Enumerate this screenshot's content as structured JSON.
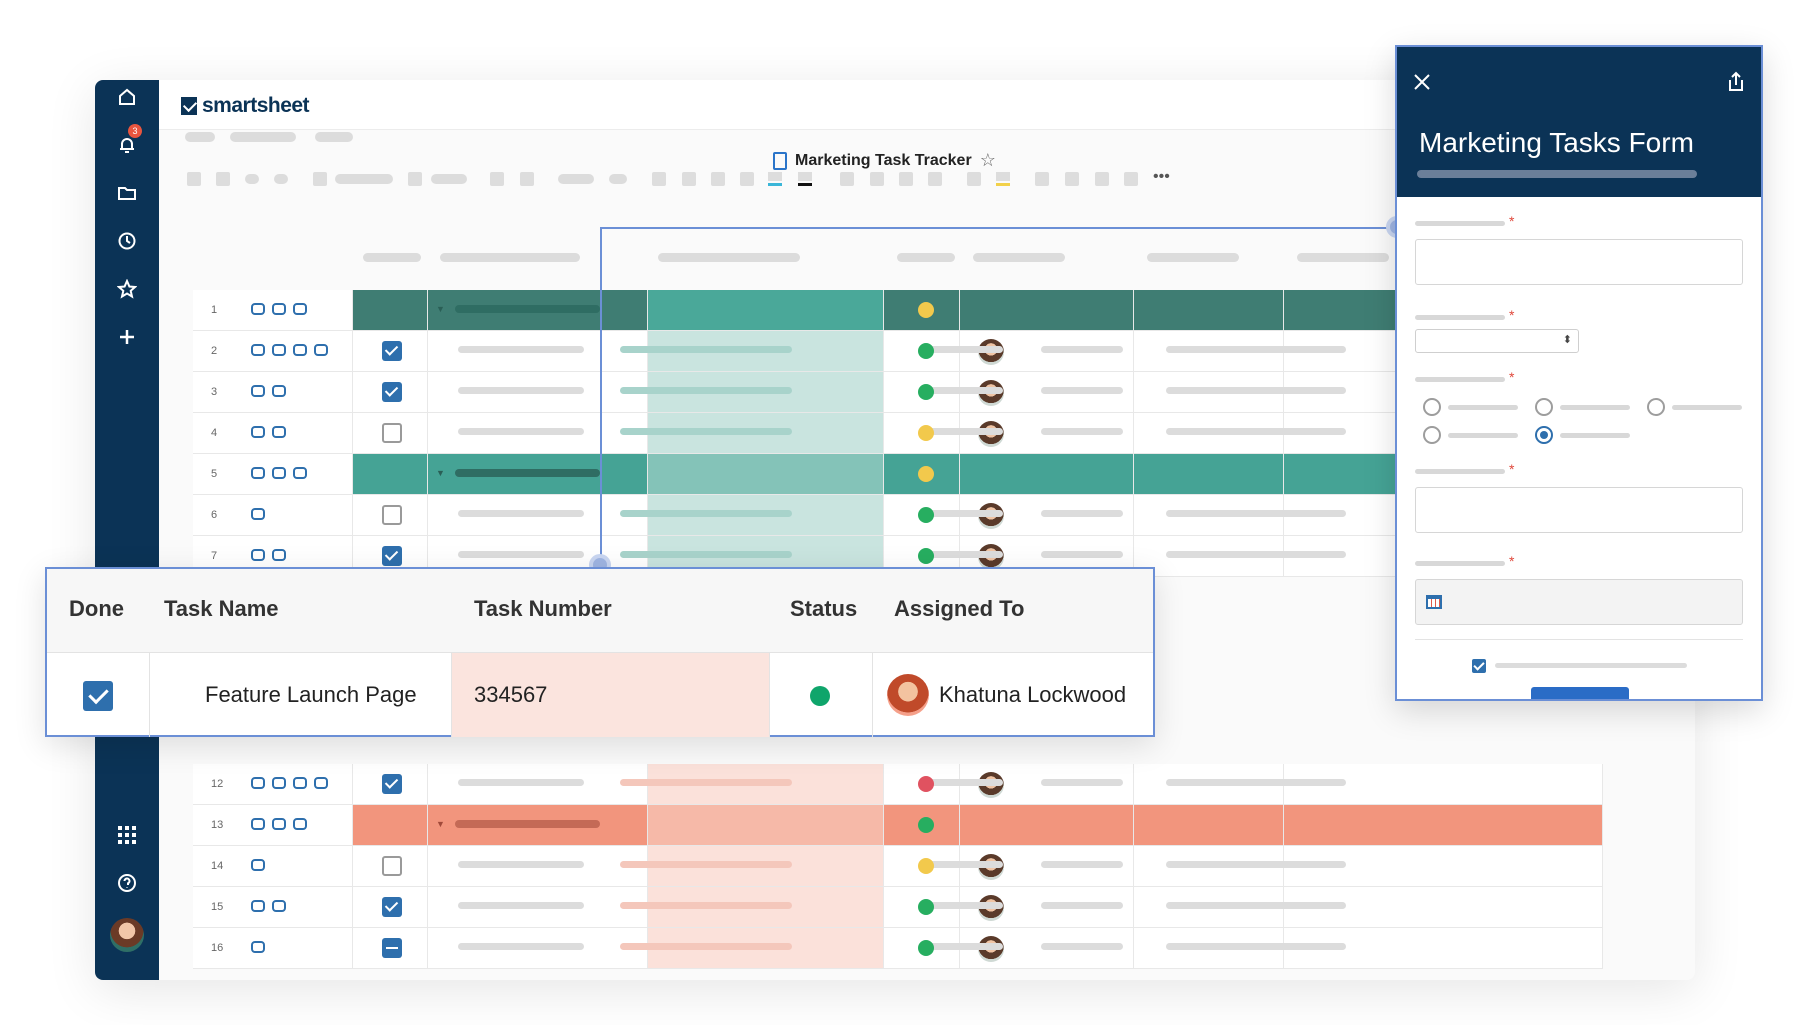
{
  "app": {
    "logo_text": "smartsheet",
    "sheet_title": "Marketing Task Tracker",
    "notifications_count": "3"
  },
  "rail": {
    "icons": [
      "home-icon",
      "bell-icon",
      "folder-icon",
      "clock-icon",
      "star-icon",
      "plus-icon",
      "apps-grid-icon",
      "help-icon",
      "user-avatar"
    ]
  },
  "grid": {
    "rows": [
      {
        "num": "1",
        "type": "parent",
        "band": "#3f7d73",
        "status": "#f2c94c"
      },
      {
        "num": "2",
        "type": "child",
        "checkbox": "checked",
        "status": "#27ae60"
      },
      {
        "num": "3",
        "type": "child",
        "checkbox": "checked",
        "status": "#27ae60"
      },
      {
        "num": "4",
        "type": "child",
        "checkbox": "unchecked",
        "status": "#f2c94c"
      },
      {
        "num": "5",
        "type": "parent",
        "band": "#45a395",
        "status": "#f2c94c"
      },
      {
        "num": "6",
        "type": "child",
        "checkbox": "unchecked",
        "status": "#27ae60"
      },
      {
        "num": "7",
        "type": "child",
        "checkbox": "checked",
        "status": "#27ae60"
      },
      {
        "num": "12",
        "type": "child",
        "checkbox": "checked",
        "status": "#e05260"
      },
      {
        "num": "13",
        "type": "parent",
        "band": "#f2957d",
        "status": "#27ae60"
      },
      {
        "num": "14",
        "type": "child",
        "checkbox": "unchecked",
        "status": "#f2c94c"
      },
      {
        "num": "15",
        "type": "child",
        "checkbox": "checked",
        "status": "#27ae60"
      },
      {
        "num": "16",
        "type": "child",
        "checkbox": "indeterminate",
        "status": "#27ae60"
      }
    ]
  },
  "detail": {
    "headers": {
      "done": "Done",
      "task_name": "Task Name",
      "task_number": "Task Number",
      "status": "Status",
      "assigned_to": "Assigned To"
    },
    "row": {
      "done": "checked",
      "task_name": "Feature Launch Page",
      "task_number": "334567",
      "status_color": "#0fa56b",
      "assigned_to": "Khatuna Lockwood"
    }
  },
  "form": {
    "title": "Marketing Tasks Form",
    "required_mark": "*",
    "radio_selected_index": 4
  },
  "colors": {
    "navy": "#0b3356",
    "accent_blue": "#2e6fad",
    "teal_dark": "#3f7d73",
    "teal": "#45a395",
    "salmon": "#f2957d"
  }
}
